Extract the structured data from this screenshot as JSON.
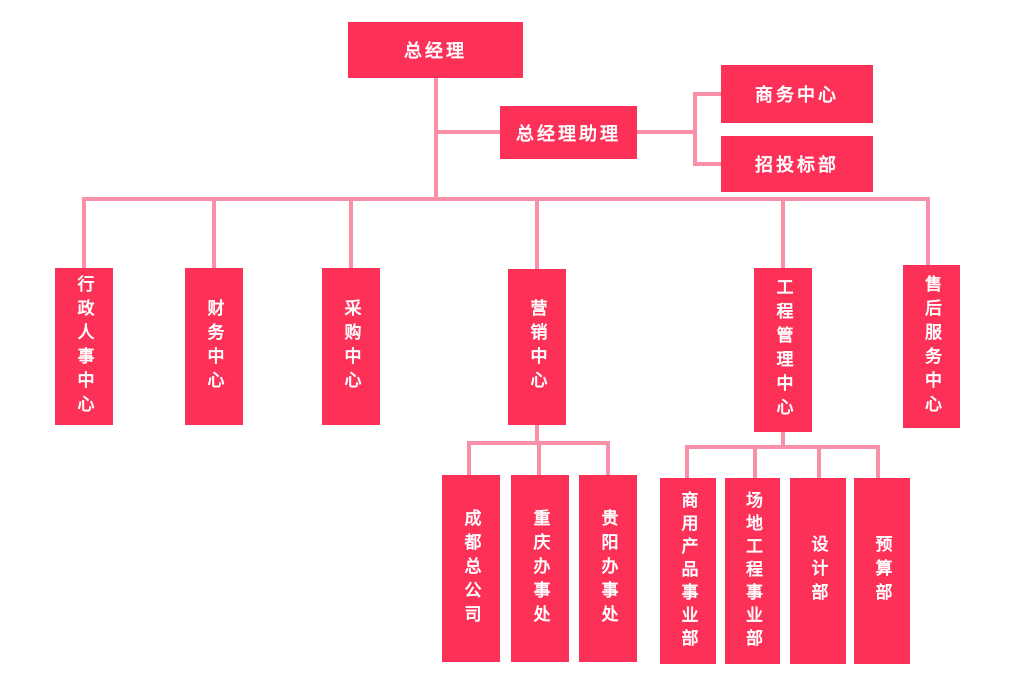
{
  "diagram": {
    "type": "org-chart",
    "colors": {
      "node_fill": "#FD3158",
      "connector": "#F990A8",
      "node_text": "#FFFFFF",
      "background": "#FFFFFF"
    },
    "nodes": {
      "general_manager": "总经理",
      "gm_assistant": "总经理助理",
      "business_center": "商务中心",
      "bidding_dept": "招投标部",
      "admin_hr_center": "行政人事中心",
      "finance_center": "财务中心",
      "procurement_center": "采购中心",
      "marketing_center": "营销中心",
      "engineering_mgmt_center": "工程管理中心",
      "aftersales_service_center": "售后服务中心",
      "chengdu_head_office": "成都总公司",
      "chongqing_office": "重庆办事处",
      "guiyang_office": "贵阳办事处",
      "commercial_products_div": "商用产品事业部",
      "site_engineering_div": "场地工程事业部",
      "design_dept": "设计部",
      "budget_dept": "预算部"
    },
    "hierarchy": [
      {
        "parent": "总经理",
        "children": [
          "总经理助理",
          "行政人事中心",
          "财务中心",
          "采购中心",
          "营销中心",
          "工程管理中心",
          "售后服务中心"
        ]
      },
      {
        "parent": "总经理助理",
        "children": [
          "商务中心",
          "招投标部"
        ]
      },
      {
        "parent": "营销中心",
        "children": [
          "成都总公司",
          "重庆办事处",
          "贵阳办事处"
        ]
      },
      {
        "parent": "工程管理中心",
        "children": [
          "商用产品事业部",
          "场地工程事业部",
          "设计部",
          "预算部"
        ]
      }
    ]
  }
}
